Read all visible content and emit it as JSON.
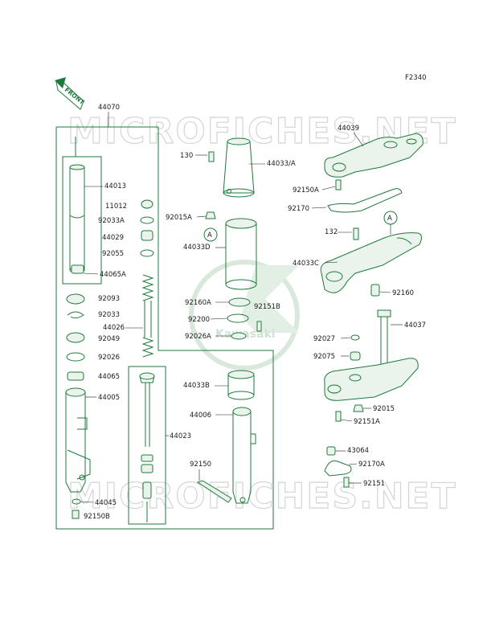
{
  "figure_code": "F2340",
  "front_arrow_label": "FRONT",
  "watermark_text": "MICROFICHES.NET",
  "logo_text": "Kawasaki",
  "callouts": {
    "ref_a_1": "A",
    "ref_a_2": "A"
  },
  "labels": {
    "p44070": "44070",
    "p44013": "44013",
    "p11012": "11012",
    "p92033A": "92033A",
    "p44029": "44029",
    "p92055": "92055",
    "p44065A": "44065A",
    "p92093": "92093",
    "p92033": "92033",
    "p44026": "44026",
    "p92049": "92049",
    "p92026": "92026",
    "p44065": "44065",
    "p44005": "44005",
    "p44023": "44023",
    "p44045": "44045",
    "p92150B": "92150B",
    "p130": "130",
    "p44033_A": "44033/A",
    "p92015A": "92015A",
    "p44033D": "44033D",
    "p92160A": "92160A",
    "p92151B": "92151B",
    "p92200": "92200",
    "p92026A": "92026A",
    "p44033B": "44033B",
    "p44006": "44006",
    "p92150": "92150",
    "p44039": "44039",
    "p92150A": "92150A",
    "p92170": "92170",
    "p132": "132",
    "p44033C": "44033C",
    "p92160": "92160",
    "p92027": "92027",
    "p44037": "44037",
    "p92075": "92075",
    "p92015": "92015",
    "p92151A": "92151A",
    "p43064": "43064",
    "p92170A": "92170A",
    "p92151": "92151"
  },
  "colors": {
    "line_art": "#1e7a3a",
    "text": "#1a1a1a",
    "watermark": "#d2d6d2",
    "background": "#ffffff"
  }
}
